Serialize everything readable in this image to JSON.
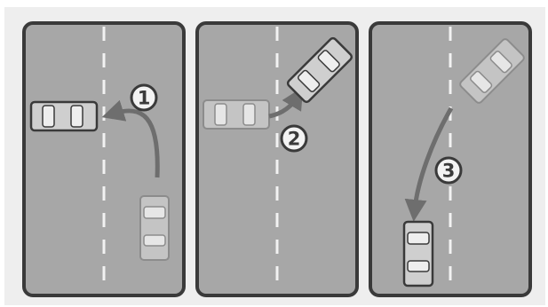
{
  "diagram": {
    "colors": {
      "backdrop": "#eeeeee",
      "road": "#a7a7a7",
      "road_border": "#3a3a3a",
      "lane_marking": "#f2f2f2",
      "car_body": "#cfcfcf",
      "car_glass": "#eeeeee",
      "car_outline": "#3a3a3a",
      "car_faded_body": "#c4c4c4",
      "car_faded_outline": "#8c8c8c",
      "arrow": "#6e6e6e",
      "step_badge_fill": "#f3f3f3",
      "step_badge_stroke": "#3a3a3a"
    },
    "panels": [
      {
        "step": "1"
      },
      {
        "step": "2"
      },
      {
        "step": "3"
      }
    ]
  }
}
